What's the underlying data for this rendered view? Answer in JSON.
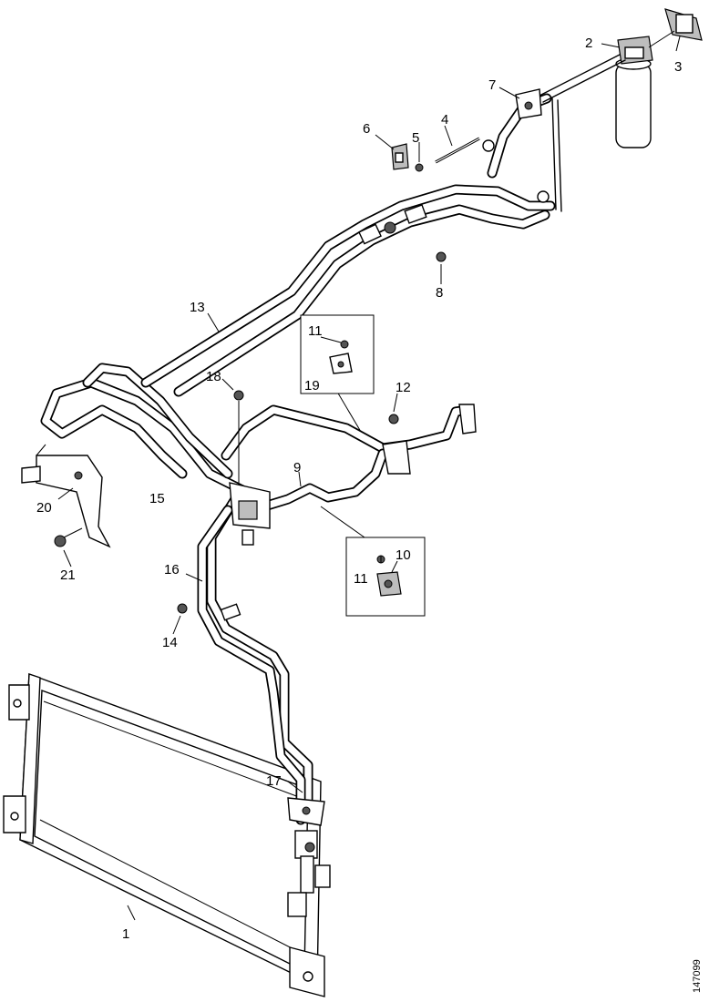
{
  "callouts": {
    "c1": "1",
    "c2": "2",
    "c3": "3",
    "c4": "4",
    "c5": "5",
    "c6": "6",
    "c7": "7",
    "c8": "8",
    "c9": "9",
    "c10": "10",
    "c11a": "11",
    "c11b": "11",
    "c12": "12",
    "c13": "13",
    "c14": "14",
    "c15": "15",
    "c16": "16",
    "c17": "17",
    "c18": "18",
    "c19": "19",
    "c20": "20",
    "c21": "21"
  },
  "drawing_code": "147099"
}
